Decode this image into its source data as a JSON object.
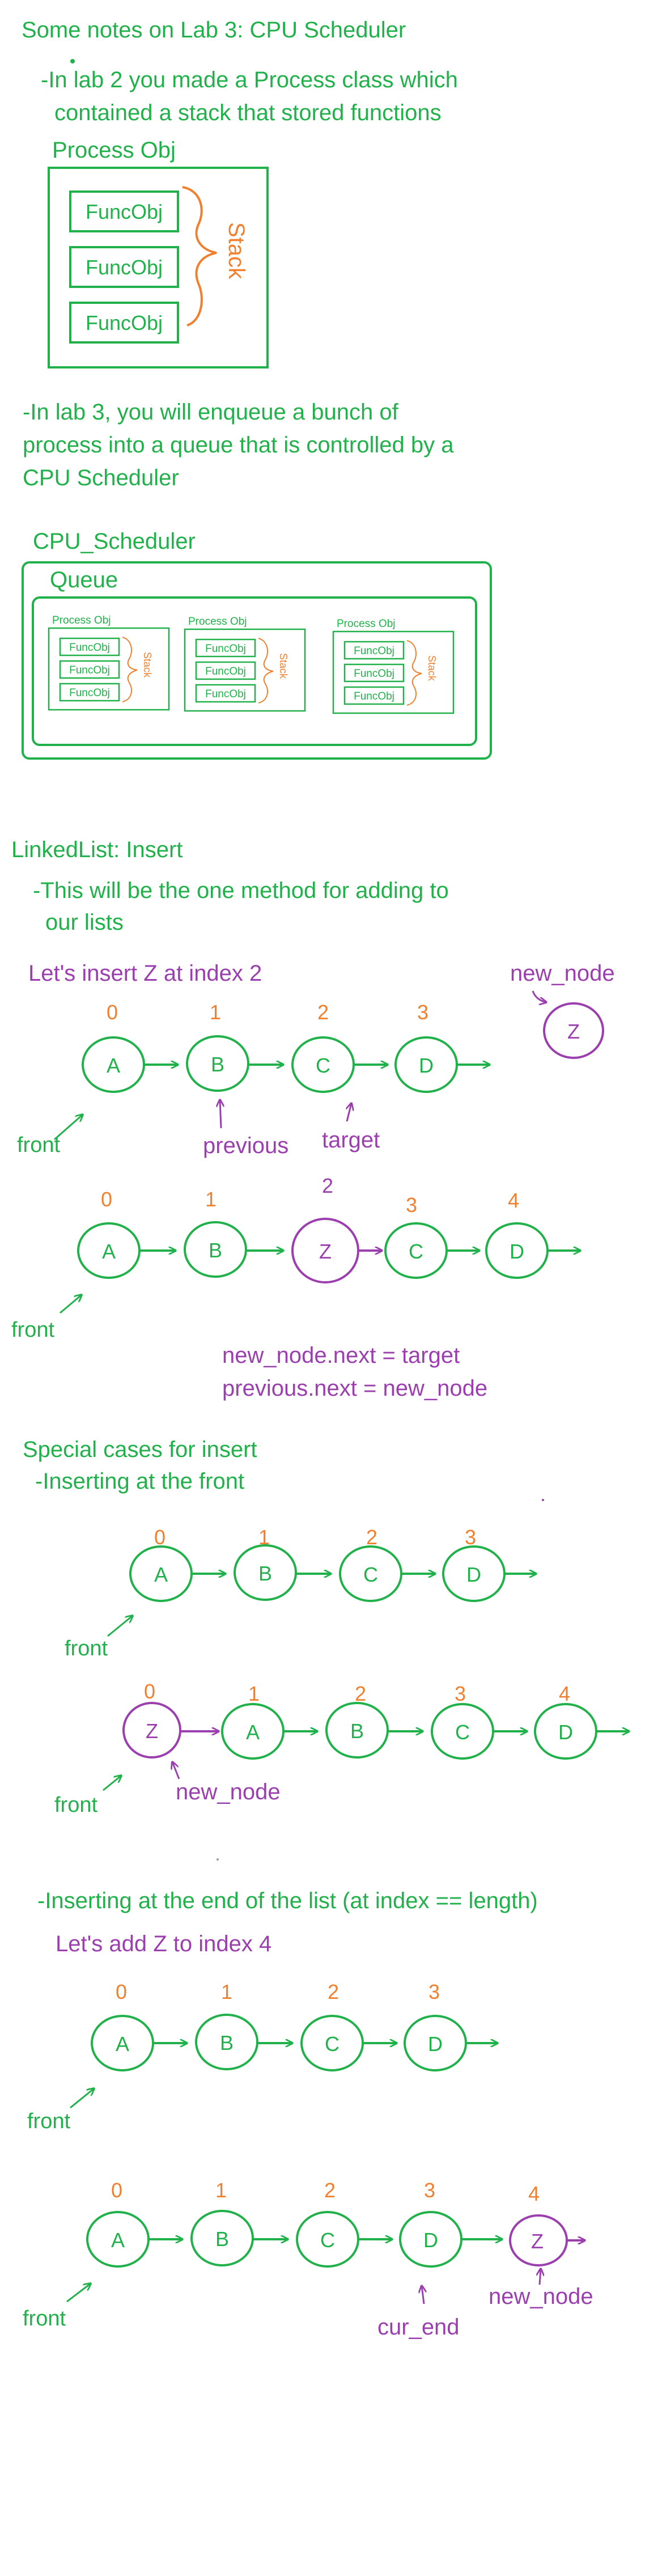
{
  "colors": {
    "green": "#21B14B",
    "orange": "#F07F2E",
    "purple": "#9B3FAE",
    "background": "#FFFFFF"
  },
  "notes": {
    "title": "Some notes on Lab 3: CPU Scheduler",
    "lab2_line1": "-In lab 2 you made a Process class which",
    "lab2_line2": "contained a stack that stored functions",
    "process_obj_label": "Process Obj",
    "func_obj": "FuncObj",
    "stack_label": "Stack",
    "lab3_line1": "-In lab 3, you will enqueue a bunch of",
    "lab3_line2": "process into a queue that is controlled by a",
    "lab3_line3": "CPU Scheduler",
    "cpu_scheduler_label": "CPU_Scheduler",
    "queue_label": "Queue"
  },
  "insert": {
    "heading": "LinkedList: Insert",
    "desc_line1": "-This will be the one method for adding to",
    "desc_line2": "our lists",
    "example_title": "Let's insert Z at index 2",
    "new_node_label": "new_node",
    "front_label": "front",
    "previous_label": "previous",
    "target_label": "target",
    "code_line1": "new_node.next = target",
    "code_line2": "previous.next =  new_node"
  },
  "special": {
    "heading": "Special cases for insert",
    "front_case": "-Inserting at the front",
    "end_case": "-Inserting at the end of the list (at index == length)",
    "end_example": "Let's add Z to index 4",
    "cur_end_label": "cur_end"
  },
  "nodes": {
    "A": "A",
    "B": "B",
    "C": "C",
    "D": "D",
    "Z": "Z"
  },
  "indices": [
    "0",
    "1",
    "2",
    "3",
    "4"
  ]
}
